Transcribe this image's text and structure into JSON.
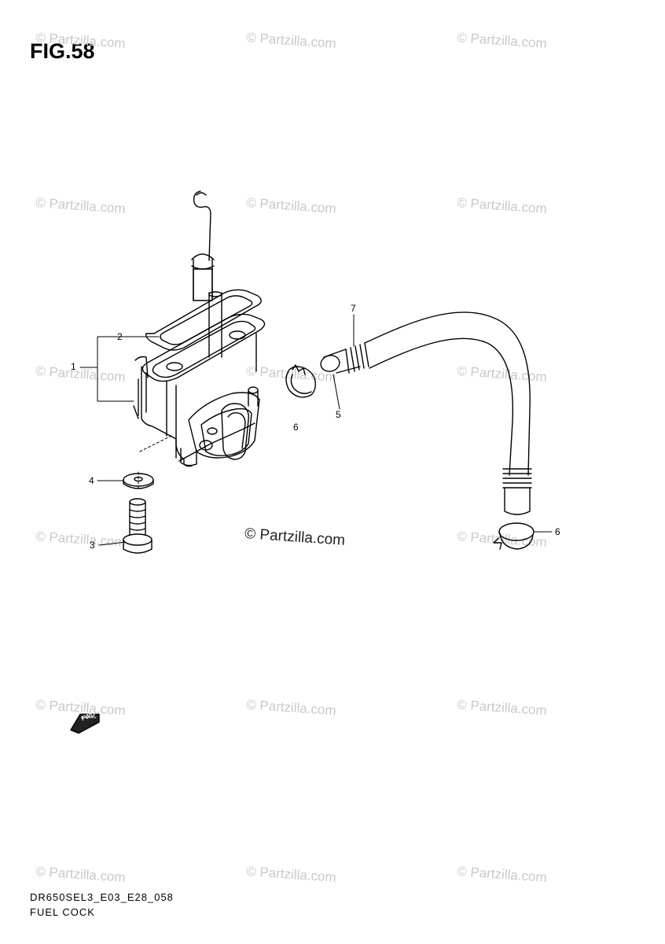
{
  "figure": {
    "title": "FIG.58"
  },
  "watermark": {
    "text": "© Partzilla.com",
    "center_text": "© Partzilla.com"
  },
  "callouts": {
    "c1": "1",
    "c2": "2",
    "c3": "3",
    "c4": "4",
    "c5": "5",
    "c6a": "6",
    "c6b": "6",
    "c7": "7"
  },
  "direction_badge": "FWD",
  "footer": {
    "code": "DR650SEL3_E03_E28_058",
    "name": "FUEL COCK"
  }
}
